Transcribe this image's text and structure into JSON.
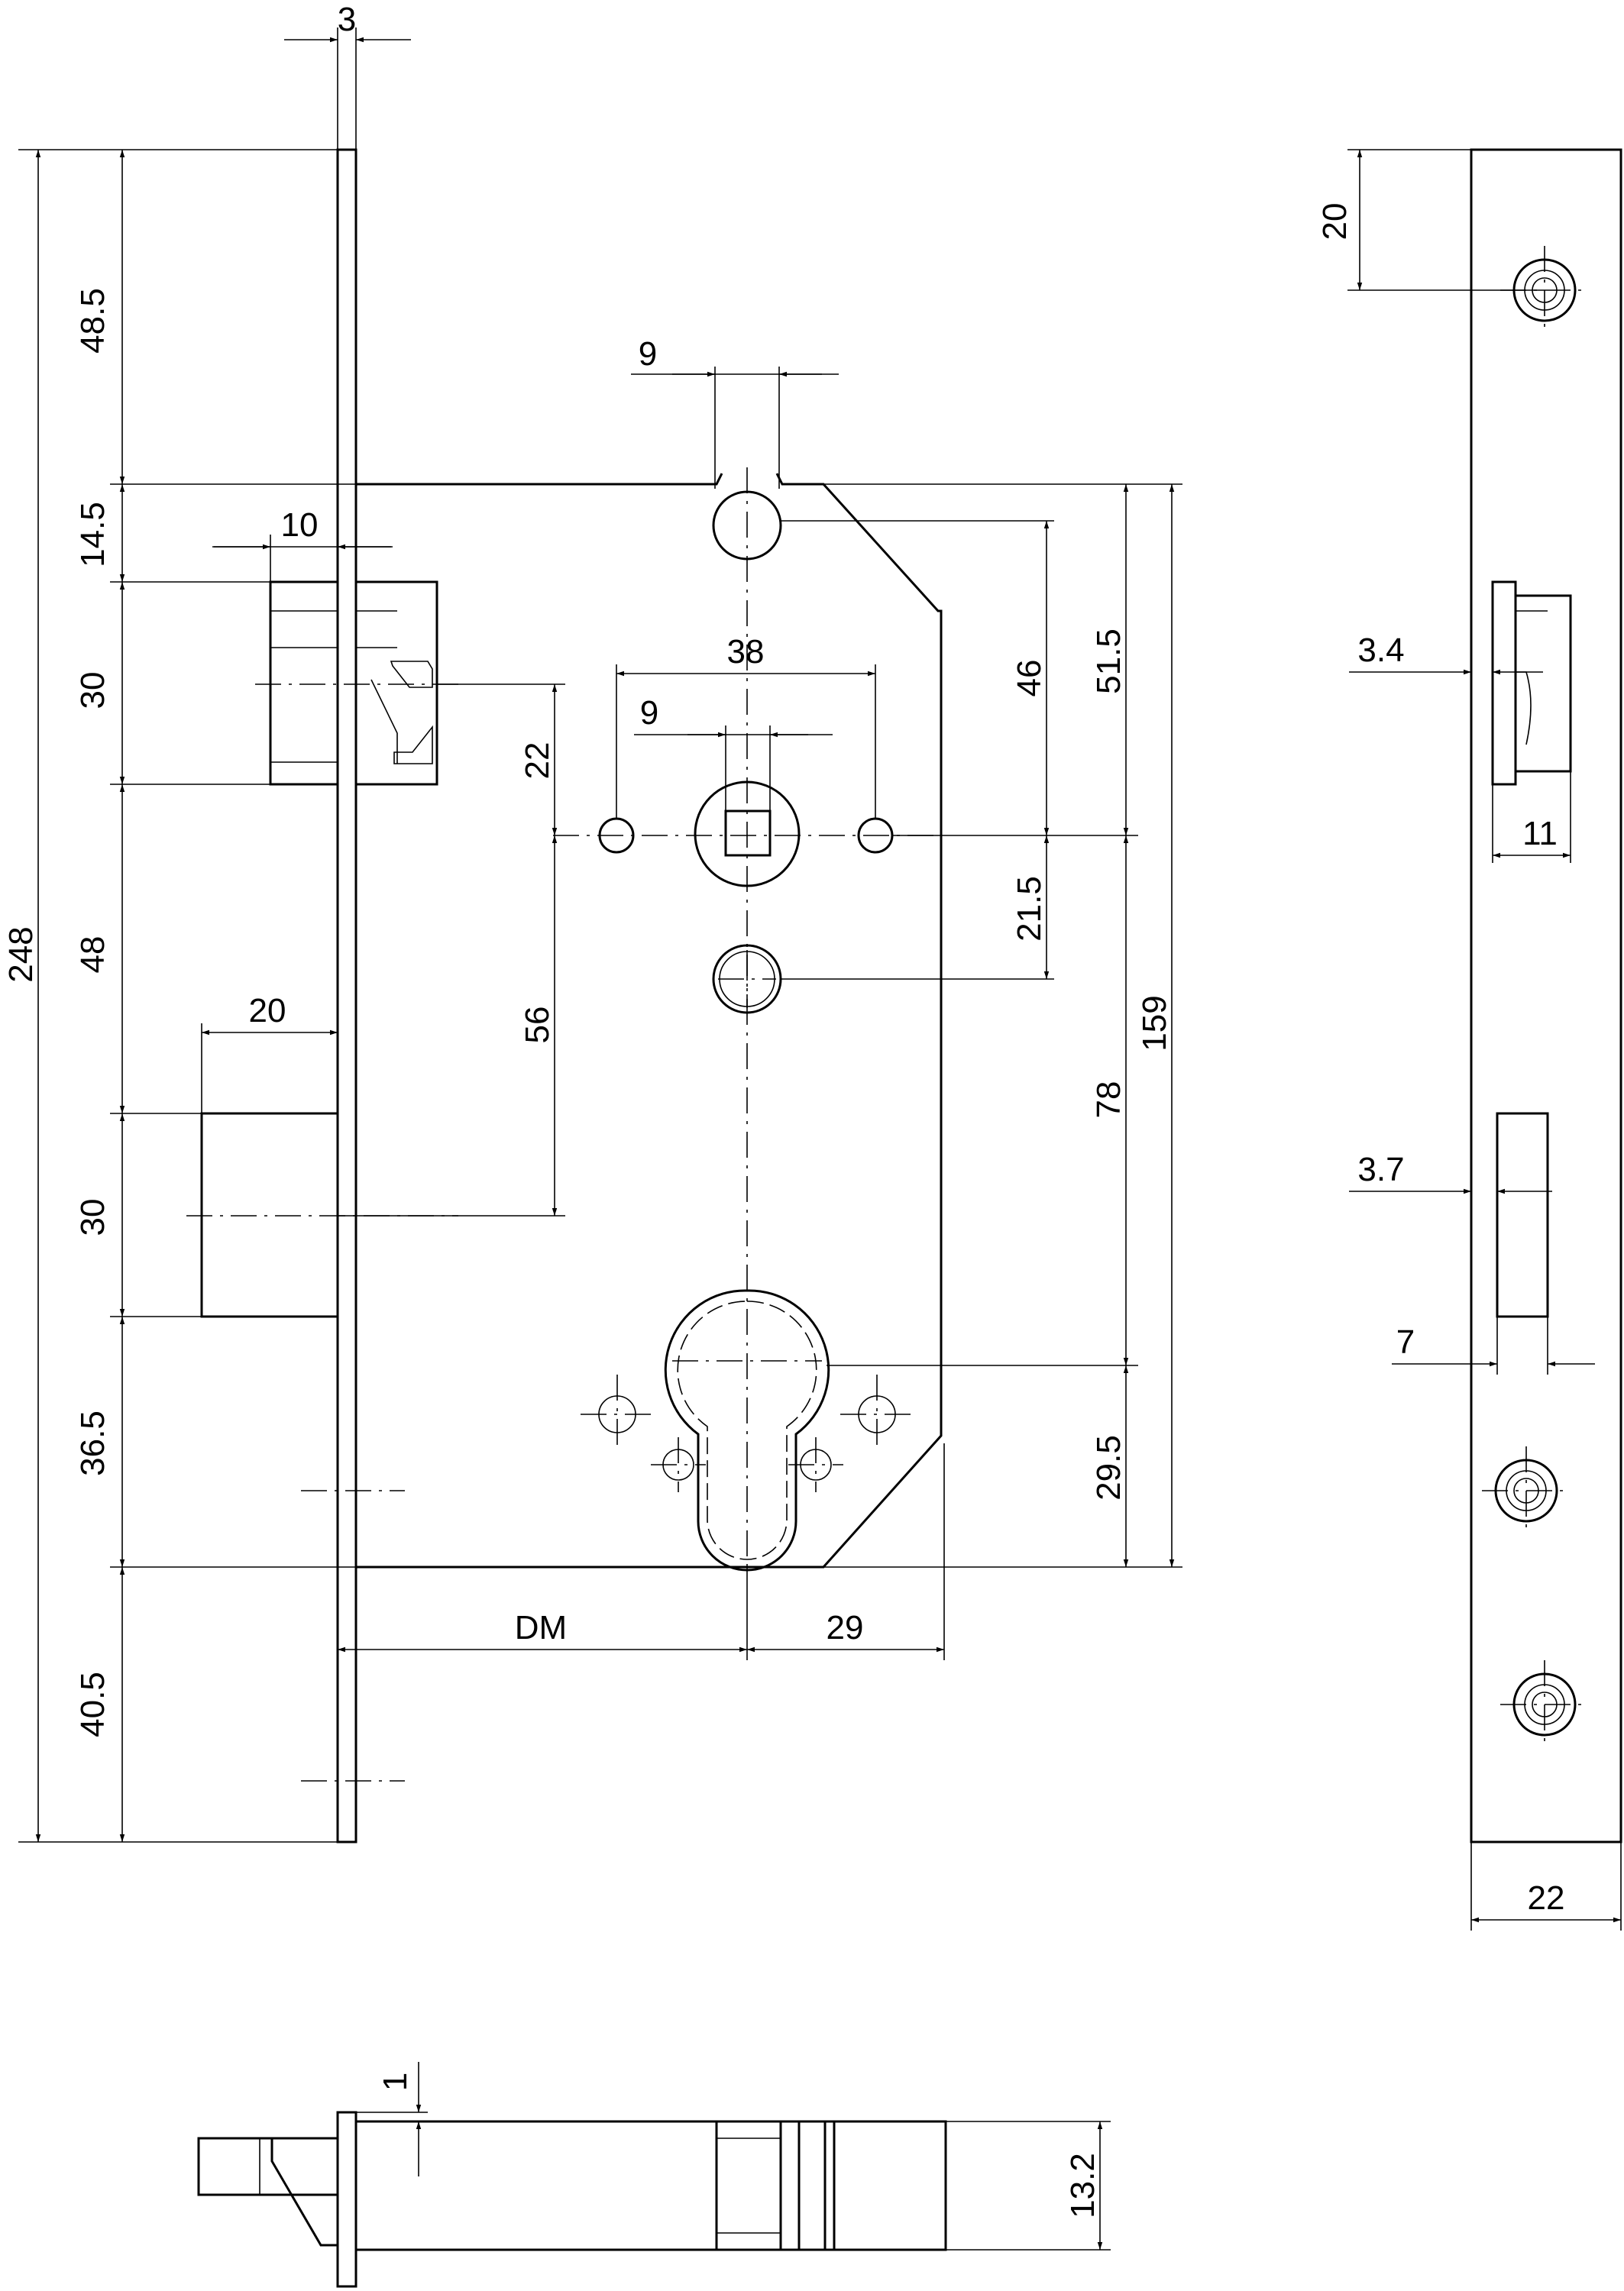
{
  "front_view": {
    "faceplate_thickness": "3",
    "dims_left": {
      "overall_height": "248",
      "top_to_case": "48.5",
      "case_to_latch": "14.5",
      "latch_height": "30",
      "latch_to_bolt": "48",
      "bolt_height": "30",
      "bolt_to_case_bottom": "36.5",
      "case_bottom_to_end": "40.5"
    },
    "latch_projection": "10",
    "bolt_projection": "20",
    "top_hole_dia": "9",
    "follower_hole_spacing": "38",
    "follower_square": "9",
    "latch_to_follower": "22",
    "follower_to_bolt": "56",
    "dims_right": {
      "top_hole_to_follower": "46",
      "case_top_to_follower": "51.5",
      "follower_to_lower_hole": "21.5",
      "follower_to_cylinder": "78",
      "case_height": "159",
      "cylinder_to_case_bottom": "29.5"
    },
    "backset_label": "DM",
    "cylinder_to_case_back": "29"
  },
  "side_view": {
    "top_to_screw": "20",
    "latch_offset": "3.4",
    "latch_width": "11",
    "bolt_offset": "3.7",
    "bolt_width": "7",
    "faceplate_width": "22"
  },
  "bottom_view": {
    "faceplate_offset": "1",
    "case_thickness": "13.2"
  }
}
